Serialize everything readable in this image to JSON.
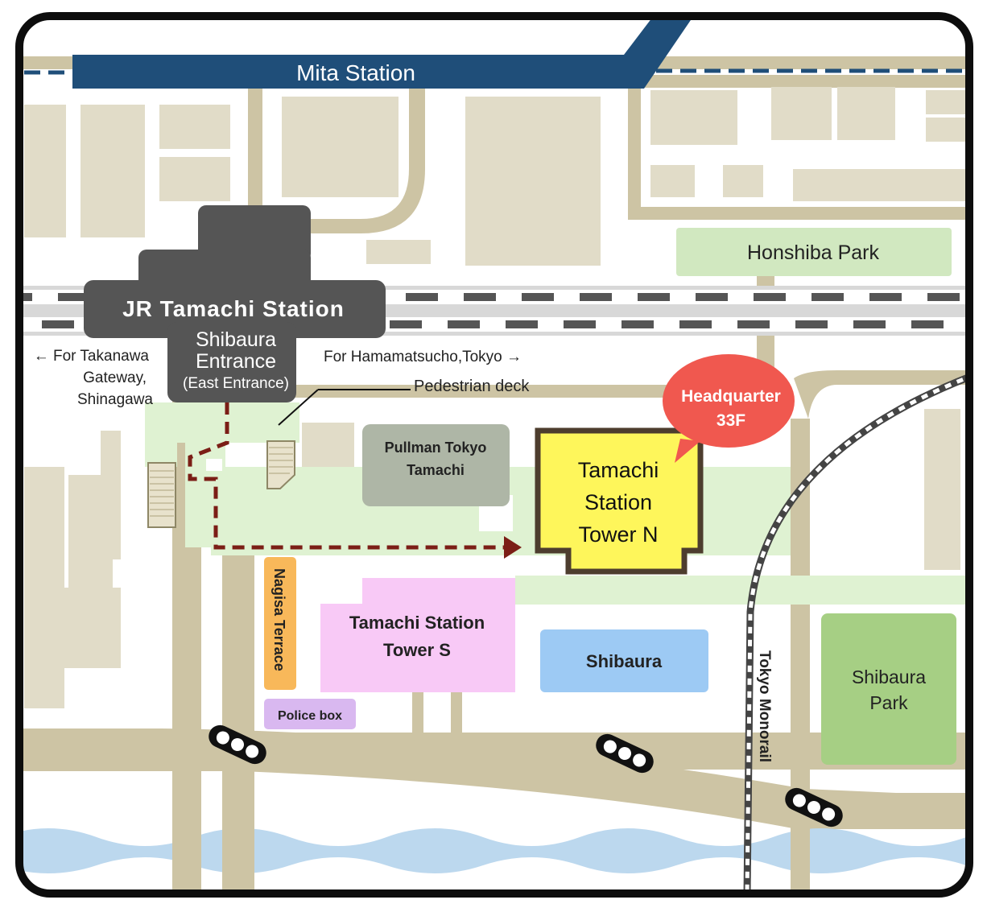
{
  "stations": {
    "mita": "Mita Station",
    "jr_tamachi": "JR Tamachi Station",
    "entrance_line1": "Shibaura",
    "entrance_line2": "Entrance",
    "entrance_line3": "(East Entrance)"
  },
  "directions": {
    "west_line1": "← For Takanawa",
    "west_line2": "Gateway,",
    "west_line3": "Shinagawa",
    "east": "For Hamamatsucho,Tokyo →"
  },
  "labels": {
    "pedestrian_deck": "Pedestrian deck",
    "headquarter_line1": "Headquarter",
    "headquarter_line2": "33F",
    "pullman_line1": "Pullman Tokyo",
    "pullman_line2": "Tamachi",
    "tower_n_line1": "Tamachi",
    "tower_n_line2": "Station",
    "tower_n_line3": "Tower N",
    "tower_s_line1": "Tamachi Station",
    "tower_s_line2": "Tower S",
    "shibaura": "Shibaura",
    "shibaura_park_line1": "Shibaura",
    "shibaura_park_line2": "Park",
    "honshiba_park": "Honshiba Park",
    "nagisa_terrace": "Nagisa Terrace",
    "police_box": "Police box",
    "tokyo_monorail": "Tokyo Monorail"
  },
  "colors": {
    "road": "#cdc4a4",
    "block": "#e1dcc8",
    "deck": "#dff2d2",
    "station": "#555555",
    "mita_line": "#1f4e79",
    "target": "#fef65b",
    "headquarter": "#f0584f",
    "route": "#7b1e16",
    "water": "#bcd8ee"
  },
  "icons": [
    "traffic-light-icon",
    "route-arrow-icon",
    "railway-track-icon",
    "monorail-track-icon",
    "river-wave"
  ]
}
